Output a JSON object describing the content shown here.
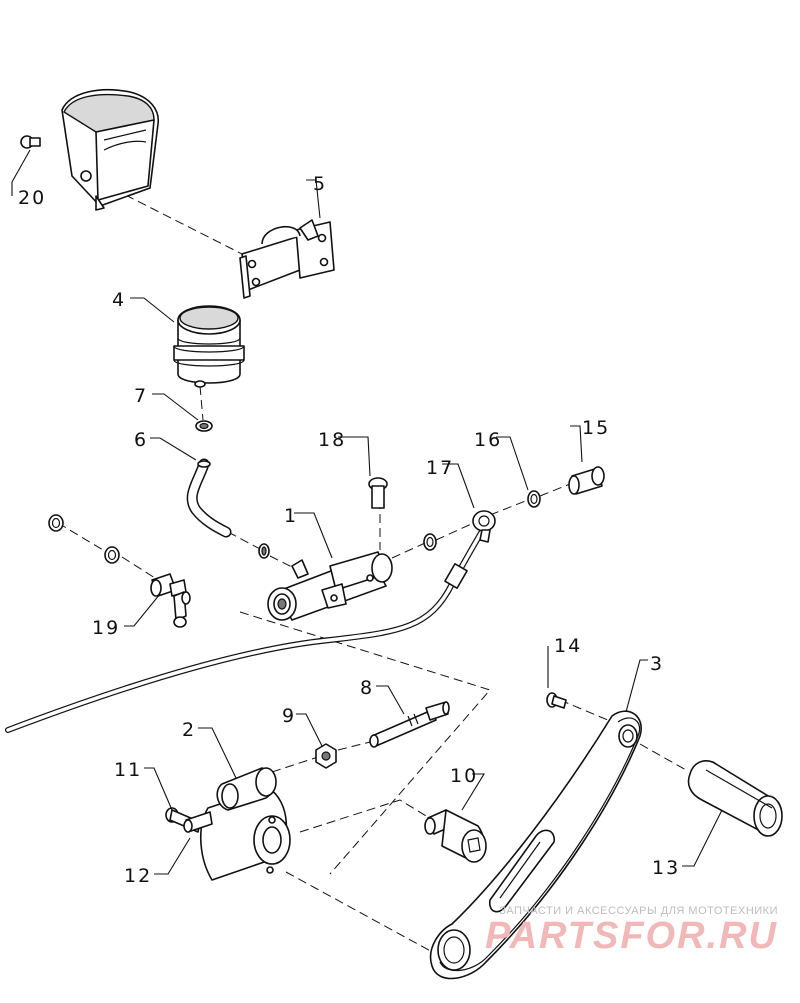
{
  "callouts": {
    "n1": "1",
    "n2": "2",
    "n3": "3",
    "n4": "4",
    "n5": "5",
    "n6": "6",
    "n7": "7",
    "n8": "8",
    "n9": "9",
    "n10": "10",
    "n11": "11",
    "n12": "12",
    "n13": "13",
    "n14": "14",
    "n15": "15",
    "n16": "16",
    "n17": "17",
    "n18": "18",
    "n19": "19",
    "n20": "20"
  },
  "watermark": {
    "tagline": "ЗАПЧАСТИ И АКСЕССУАРЫ ДЛЯ МОТОТЕХНИКИ",
    "logo": "PARTSFOR.RU"
  }
}
